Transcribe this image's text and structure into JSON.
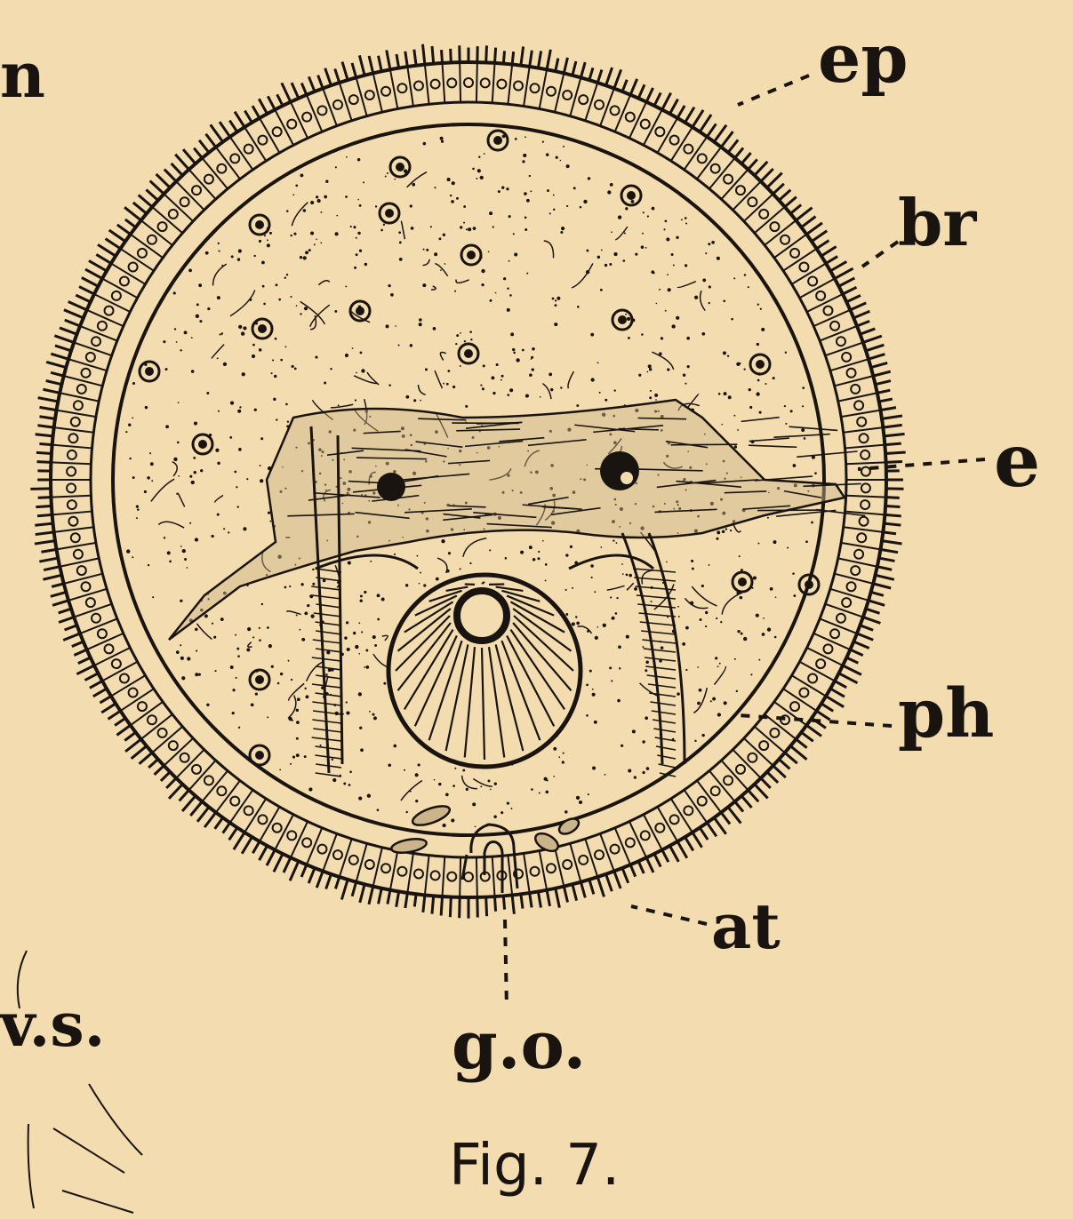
{
  "figure": {
    "caption": "Fig. 7.",
    "labels": {
      "ep": "ep",
      "br": "br",
      "e": "e",
      "ph": "ph",
      "at": "at",
      "go": "g.o.",
      "vs": "v.s.",
      "corner": "n"
    }
  },
  "colors": {
    "paper": "#f3ddb0",
    "ink": "#1a1410"
  }
}
